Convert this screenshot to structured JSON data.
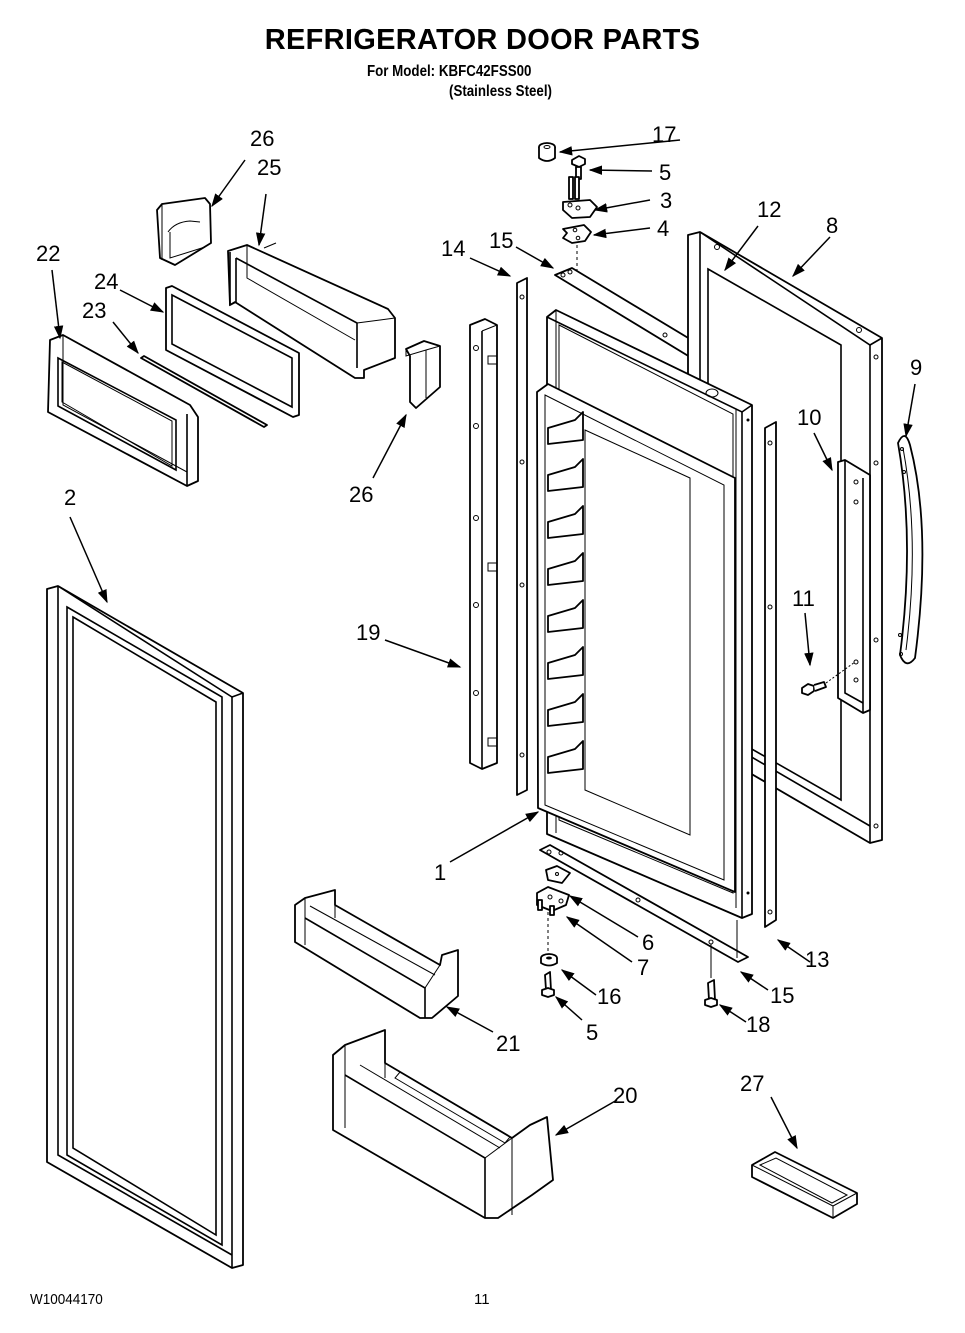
{
  "header": {
    "title": "REFRIGERATOR DOOR PARTS",
    "model_line": "For Model: KBFC42FSS00",
    "finish_line": "(Stainless Steel)"
  },
  "footer": {
    "document_number": "W10044170",
    "page_number": "11"
  },
  "callouts": [
    {
      "id": "1",
      "label": "1"
    },
    {
      "id": "2",
      "label": "2"
    },
    {
      "id": "3",
      "label": "3"
    },
    {
      "id": "4",
      "label": "4"
    },
    {
      "id": "5a",
      "label": "5"
    },
    {
      "id": "5b",
      "label": "5"
    },
    {
      "id": "6",
      "label": "6"
    },
    {
      "id": "7",
      "label": "7"
    },
    {
      "id": "8",
      "label": "8"
    },
    {
      "id": "9",
      "label": "9"
    },
    {
      "id": "10",
      "label": "10"
    },
    {
      "id": "11",
      "label": "11"
    },
    {
      "id": "12",
      "label": "12"
    },
    {
      "id": "13",
      "label": "13"
    },
    {
      "id": "14",
      "label": "14"
    },
    {
      "id": "15a",
      "label": "15"
    },
    {
      "id": "15b",
      "label": "15"
    },
    {
      "id": "16",
      "label": "16"
    },
    {
      "id": "17",
      "label": "17"
    },
    {
      "id": "18",
      "label": "18"
    },
    {
      "id": "19",
      "label": "19"
    },
    {
      "id": "20",
      "label": "20"
    },
    {
      "id": "21",
      "label": "21"
    },
    {
      "id": "22",
      "label": "22"
    },
    {
      "id": "23",
      "label": "23"
    },
    {
      "id": "24",
      "label": "24"
    },
    {
      "id": "25",
      "label": "25"
    },
    {
      "id": "26a",
      "label": "26"
    },
    {
      "id": "26b",
      "label": "26"
    },
    {
      "id": "27",
      "label": "27"
    }
  ]
}
